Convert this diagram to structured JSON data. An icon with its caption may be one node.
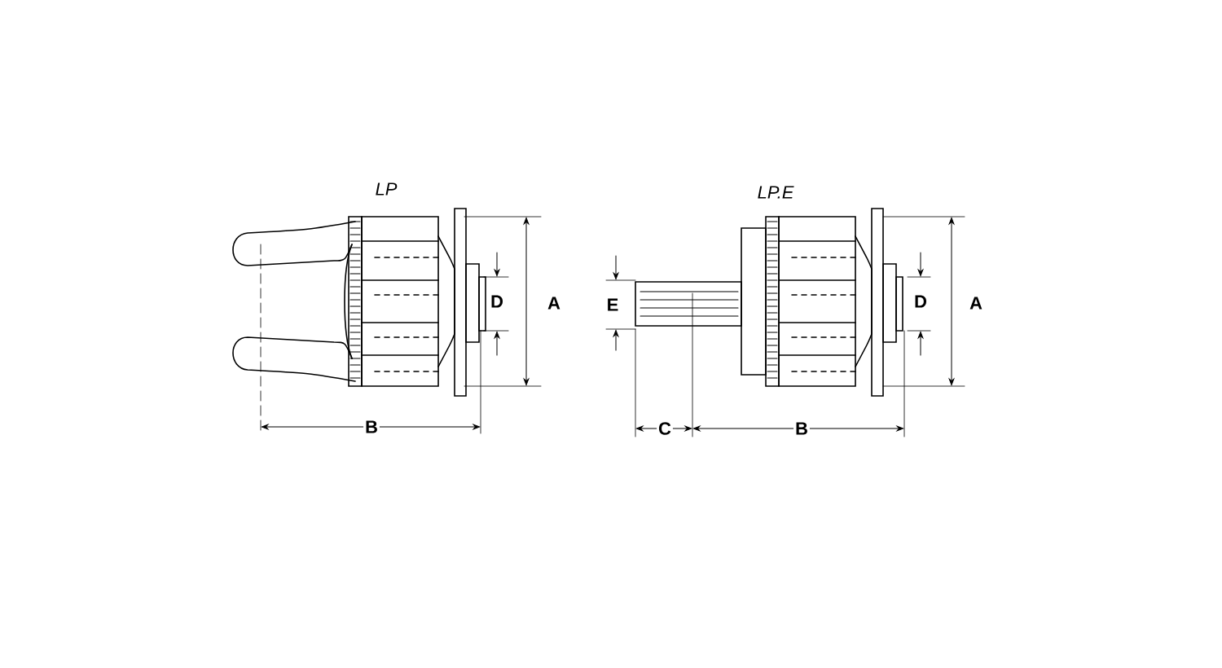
{
  "diagram": {
    "labels": [
      "LP",
      "LP.E",
      "D",
      "A",
      "E",
      "D",
      "A",
      "B",
      "C",
      "B"
    ]
  }
}
